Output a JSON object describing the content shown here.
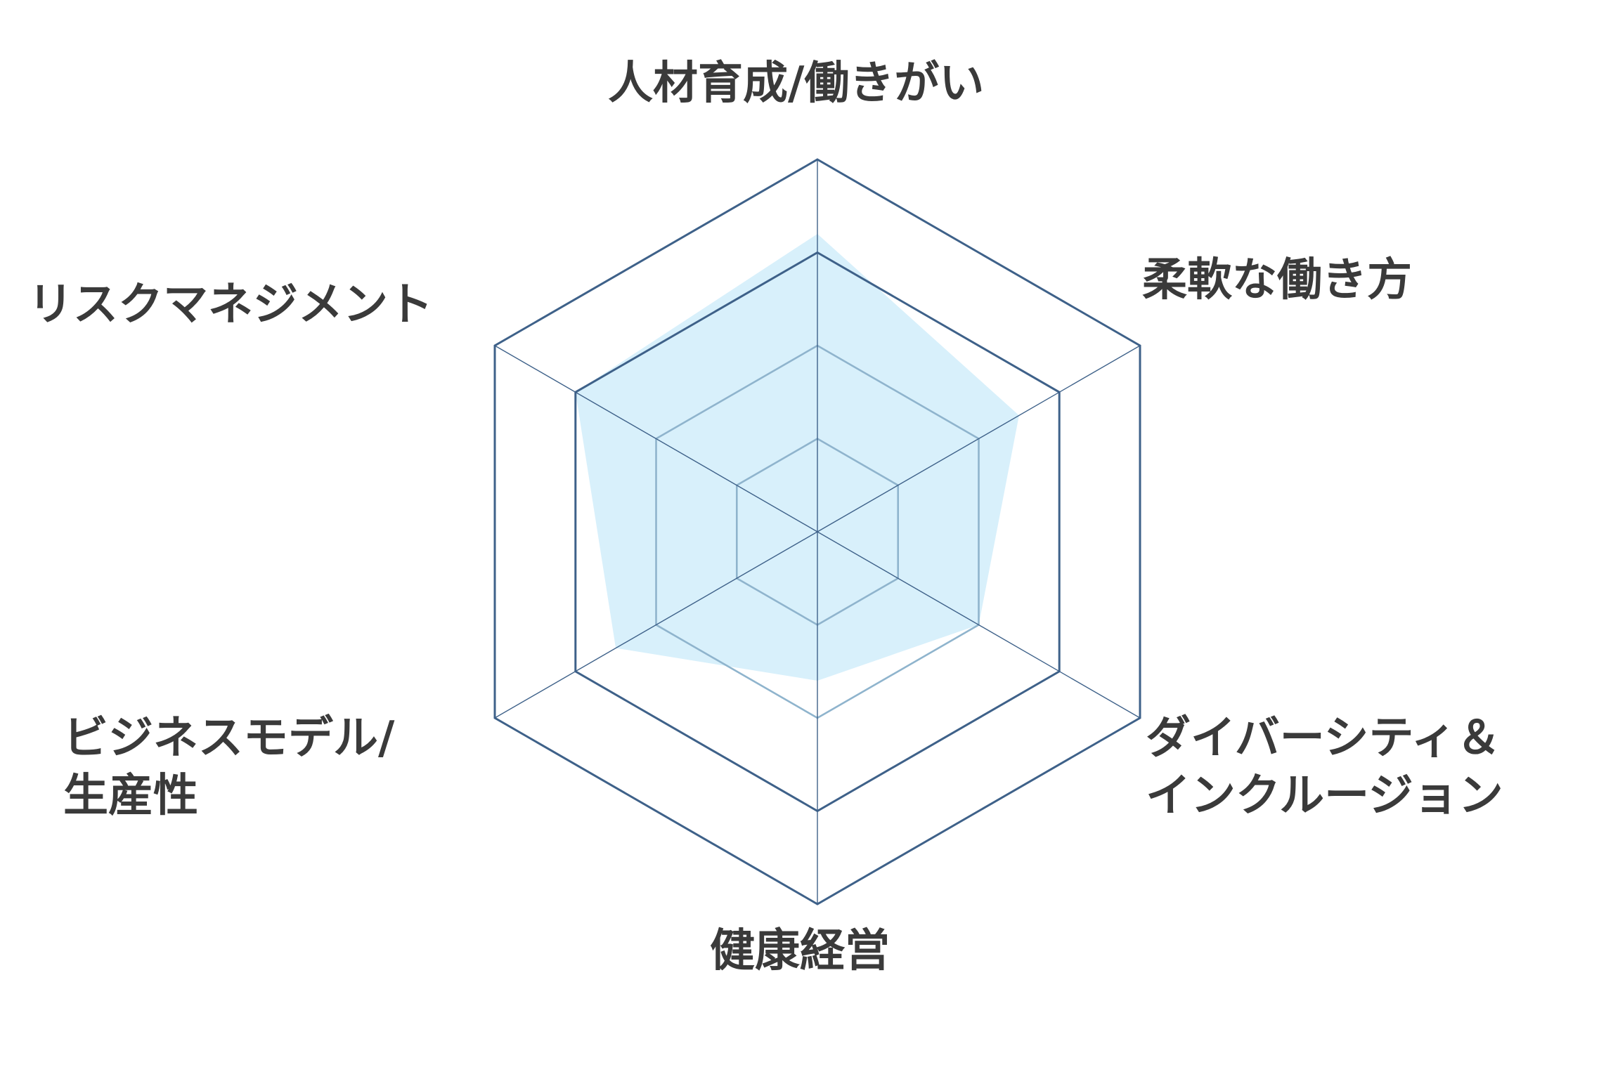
{
  "chart_data": {
    "type": "radar",
    "axes": [
      {
        "label_lines": [
          "人材育成/働きがい"
        ]
      },
      {
        "label_lines": [
          "柔軟な働き方"
        ]
      },
      {
        "label_lines": [
          "ダイバーシティ＆",
          "インクルージョン"
        ]
      },
      {
        "label_lines": [
          "健康経営"
        ]
      },
      {
        "label_lines": [
          "ビジネスモデル/",
          "生産性"
        ]
      },
      {
        "label_lines": [
          "リスクマネジメント"
        ]
      }
    ],
    "values": [
      3.2,
      2.5,
      2.0,
      1.6,
      2.5,
      3.0
    ],
    "rmax": 4,
    "rings": [
      1,
      2,
      3,
      4
    ],
    "colors": {
      "fill": "#d8f0fb",
      "ring_outer": "#3e6189",
      "ring_inner": "#8fb4cd",
      "spoke": "#3e6189",
      "label": "#3a3a3a"
    }
  }
}
